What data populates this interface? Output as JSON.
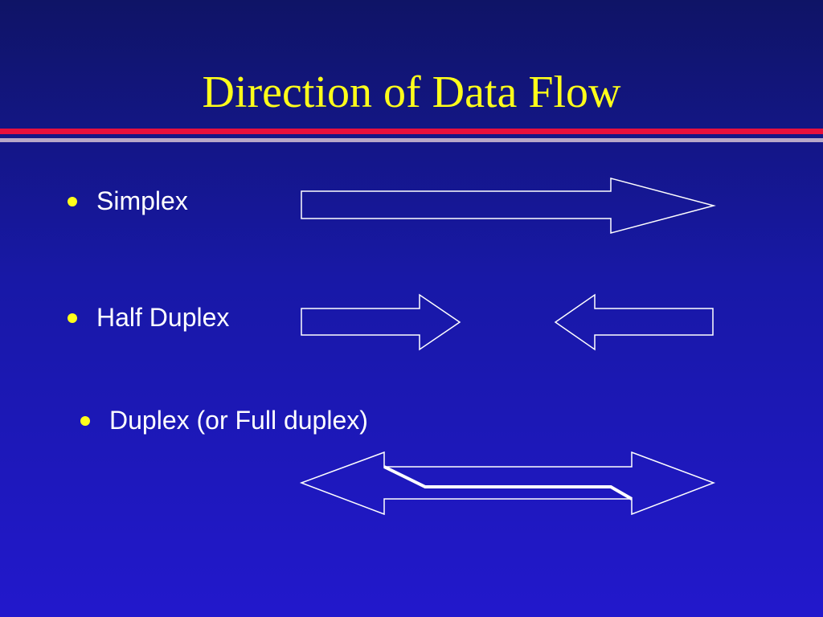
{
  "slide": {
    "title": "Direction of Data Flow",
    "colors": {
      "title": "#ffff1a",
      "bullet": "#ffff1a",
      "text": "#ffffff",
      "rule_red": "#e8103c",
      "rule_gray": "#b8a8c8",
      "arrow_stroke": "#ffffff"
    },
    "items": [
      {
        "label": "Simplex",
        "arrow": "single-right"
      },
      {
        "label": "Half Duplex",
        "arrow": "right-and-left"
      },
      {
        "label": "Duplex (or Full duplex)",
        "arrow": "double-headed-crossover"
      }
    ]
  }
}
